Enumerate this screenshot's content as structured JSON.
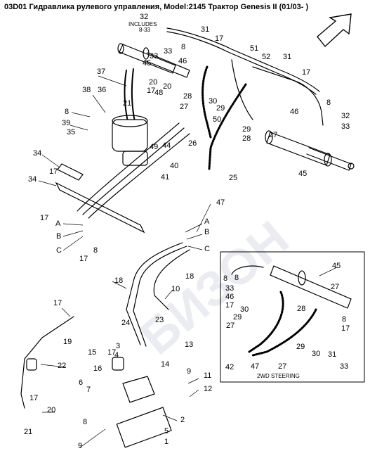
{
  "header": {
    "title": "03D01 Гидравлика рулевого управления, Model:2145 Трактор Genesis II (01/03- )"
  },
  "watermark": {
    "text": "БИЗОН",
    "color": "#c8cdd8"
  },
  "callouts": [
    {
      "id": "c1",
      "text": "32"
    },
    {
      "id": "c2",
      "text": "31"
    },
    {
      "id": "c3",
      "text": "33"
    },
    {
      "id": "c4",
      "text": "8"
    },
    {
      "id": "c5",
      "text": "17"
    },
    {
      "id": "c6",
      "text": "51"
    },
    {
      "id": "c7",
      "text": "52"
    },
    {
      "id": "c8",
      "text": "31"
    },
    {
      "id": "c9",
      "text": "46"
    },
    {
      "id": "c10",
      "text": "45"
    },
    {
      "id": "c11",
      "text": "33"
    },
    {
      "id": "c12",
      "text": "17"
    },
    {
      "id": "c13",
      "text": "37"
    },
    {
      "id": "c14",
      "text": "38"
    },
    {
      "id": "c15",
      "text": "36"
    },
    {
      "id": "c16",
      "text": "20"
    },
    {
      "id": "c17",
      "text": "17"
    },
    {
      "id": "c18",
      "text": "48"
    },
    {
      "id": "c19",
      "text": "20"
    },
    {
      "id": "c20",
      "text": "28"
    },
    {
      "id": "c21",
      "text": "30"
    },
    {
      "id": "c22",
      "text": "29"
    },
    {
      "id": "c23",
      "text": "46"
    },
    {
      "id": "c24",
      "text": "8"
    },
    {
      "id": "c25",
      "text": "32"
    },
    {
      "id": "c26",
      "text": "33"
    },
    {
      "id": "c27",
      "text": "8"
    },
    {
      "id": "c28",
      "text": "39"
    },
    {
      "id": "c29",
      "text": "35"
    },
    {
      "id": "c30",
      "text": "21"
    },
    {
      "id": "c31",
      "text": "49"
    },
    {
      "id": "c32",
      "text": "44"
    },
    {
      "id": "c33",
      "text": "27"
    },
    {
      "id": "c34",
      "text": "50"
    },
    {
      "id": "c35",
      "text": "29"
    },
    {
      "id": "c36",
      "text": "28"
    },
    {
      "id": "c37",
      "text": "26"
    },
    {
      "id": "c38",
      "text": "27"
    },
    {
      "id": "c39",
      "text": "34"
    },
    {
      "id": "c40",
      "text": "17"
    },
    {
      "id": "c41",
      "text": "34"
    },
    {
      "id": "c42",
      "text": "40"
    },
    {
      "id": "c43",
      "text": "41"
    },
    {
      "id": "c44",
      "text": "25"
    },
    {
      "id": "c45",
      "text": "45"
    },
    {
      "id": "c46",
      "text": "17"
    },
    {
      "id": "c47",
      "text": "47"
    },
    {
      "id": "c48",
      "text": "A"
    },
    {
      "id": "c49",
      "text": "B"
    },
    {
      "id": "c50",
      "text": "C"
    },
    {
      "id": "c51",
      "text": "8"
    },
    {
      "id": "c52",
      "text": "17"
    },
    {
      "id": "c53",
      "text": "A"
    },
    {
      "id": "c54",
      "text": "B"
    },
    {
      "id": "c55",
      "text": "C"
    },
    {
      "id": "c56",
      "text": "18"
    },
    {
      "id": "c57",
      "text": "18"
    },
    {
      "id": "c58",
      "text": "10"
    },
    {
      "id": "c59",
      "text": "17"
    },
    {
      "id": "c60",
      "text": "19"
    },
    {
      "id": "c61",
      "text": "24"
    },
    {
      "id": "c62",
      "text": "23"
    },
    {
      "id": "c63",
      "text": "3"
    },
    {
      "id": "c64",
      "text": "4"
    },
    {
      "id": "c65",
      "text": "13"
    },
    {
      "id": "c66",
      "text": "15"
    },
    {
      "id": "c67",
      "text": "17"
    },
    {
      "id": "c68",
      "text": "16"
    },
    {
      "id": "c69",
      "text": "22"
    },
    {
      "id": "c70",
      "text": "14"
    },
    {
      "id": "c71",
      "text": "9"
    },
    {
      "id": "c72",
      "text": "11"
    },
    {
      "id": "c73",
      "text": "6"
    },
    {
      "id": "c74",
      "text": "7"
    },
    {
      "id": "c75",
      "text": "12"
    },
    {
      "id": "c76",
      "text": "17"
    },
    {
      "id": "c77",
      "text": "20"
    },
    {
      "id": "c78",
      "text": "8"
    },
    {
      "id": "c79",
      "text": "21"
    },
    {
      "id": "c80",
      "text": "2"
    },
    {
      "id": "c81",
      "text": "5"
    },
    {
      "id": "c82",
      "text": "1"
    },
    {
      "id": "c83",
      "text": "9"
    },
    {
      "id": "c84",
      "text": "8"
    },
    {
      "id": "c85",
      "text": "45"
    },
    {
      "id": "c86",
      "text": "33"
    },
    {
      "id": "c87",
      "text": "46"
    },
    {
      "id": "c88",
      "text": "17"
    },
    {
      "id": "c89",
      "text": "27"
    },
    {
      "id": "c90",
      "text": "8"
    },
    {
      "id": "c91",
      "text": "30"
    },
    {
      "id": "c92",
      "text": "28"
    },
    {
      "id": "c93",
      "text": "29"
    },
    {
      "id": "c94",
      "text": "27"
    },
    {
      "id": "c95",
      "text": "8"
    },
    {
      "id": "c96",
      "text": "17"
    },
    {
      "id": "c97",
      "text": "29"
    },
    {
      "id": "c98",
      "text": "30"
    },
    {
      "id": "c99",
      "text": "31"
    },
    {
      "id": "c100",
      "text": "42"
    },
    {
      "id": "c101",
      "text": "47"
    },
    {
      "id": "c102",
      "text": "27"
    },
    {
      "id": "c103",
      "text": "33"
    }
  ],
  "includes_note": {
    "line1": "INCLUDES",
    "line2": "8-33"
  },
  "inset": {
    "caption": "2WD STEERING"
  }
}
